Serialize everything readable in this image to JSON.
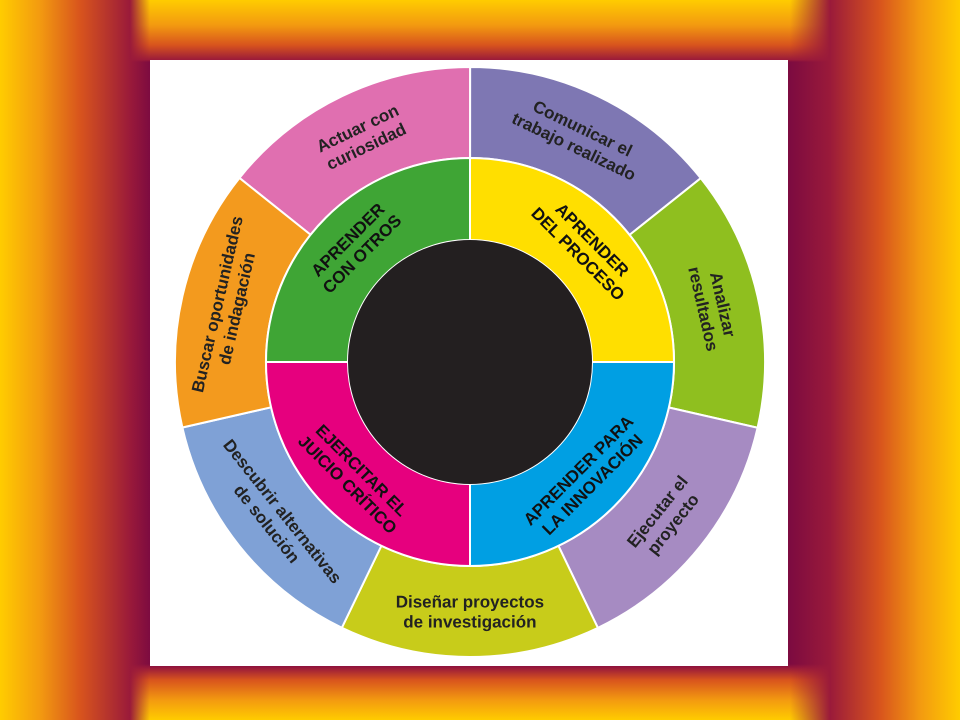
{
  "diagram": {
    "outer_segments": [
      {
        "lines": [
          "Actuar con",
          "curiosidad"
        ],
        "color": "#e06fb0"
      },
      {
        "lines": [
          "Comunicar el",
          "trabajo realizado"
        ],
        "color": "#7e77b3"
      },
      {
        "lines": [
          "Analizar",
          "resultados"
        ],
        "color": "#8fbf1f"
      },
      {
        "lines": [
          "Ejecutar el",
          "proyecto"
        ],
        "color": "#a68bc2"
      },
      {
        "lines": [
          "Diseñar proyectos",
          "de investigación"
        ],
        "color": "#c8cc1a"
      },
      {
        "lines": [
          "Descubrir alternativas",
          "de solución"
        ],
        "color": "#7fa1d6"
      },
      {
        "lines": [
          "Buscar oportunidades",
          "de indagación"
        ],
        "color": "#f39a1e"
      }
    ],
    "inner_segments": [
      {
        "lines": [
          "APRENDER",
          "DEL PROCESO"
        ],
        "color": "#ffdf00"
      },
      {
        "lines": [
          "APRENDER PARA",
          "LA INNOVACIÓN"
        ],
        "color": "#009fe3"
      },
      {
        "lines": [
          "EJERCITAR EL",
          "JUICIO CRÍTICO"
        ],
        "color": "#e6007e"
      },
      {
        "lines": [
          "APRENDER",
          "CON OTROS"
        ],
        "color": "#3fa535"
      }
    ],
    "center_color": "#231f20"
  }
}
